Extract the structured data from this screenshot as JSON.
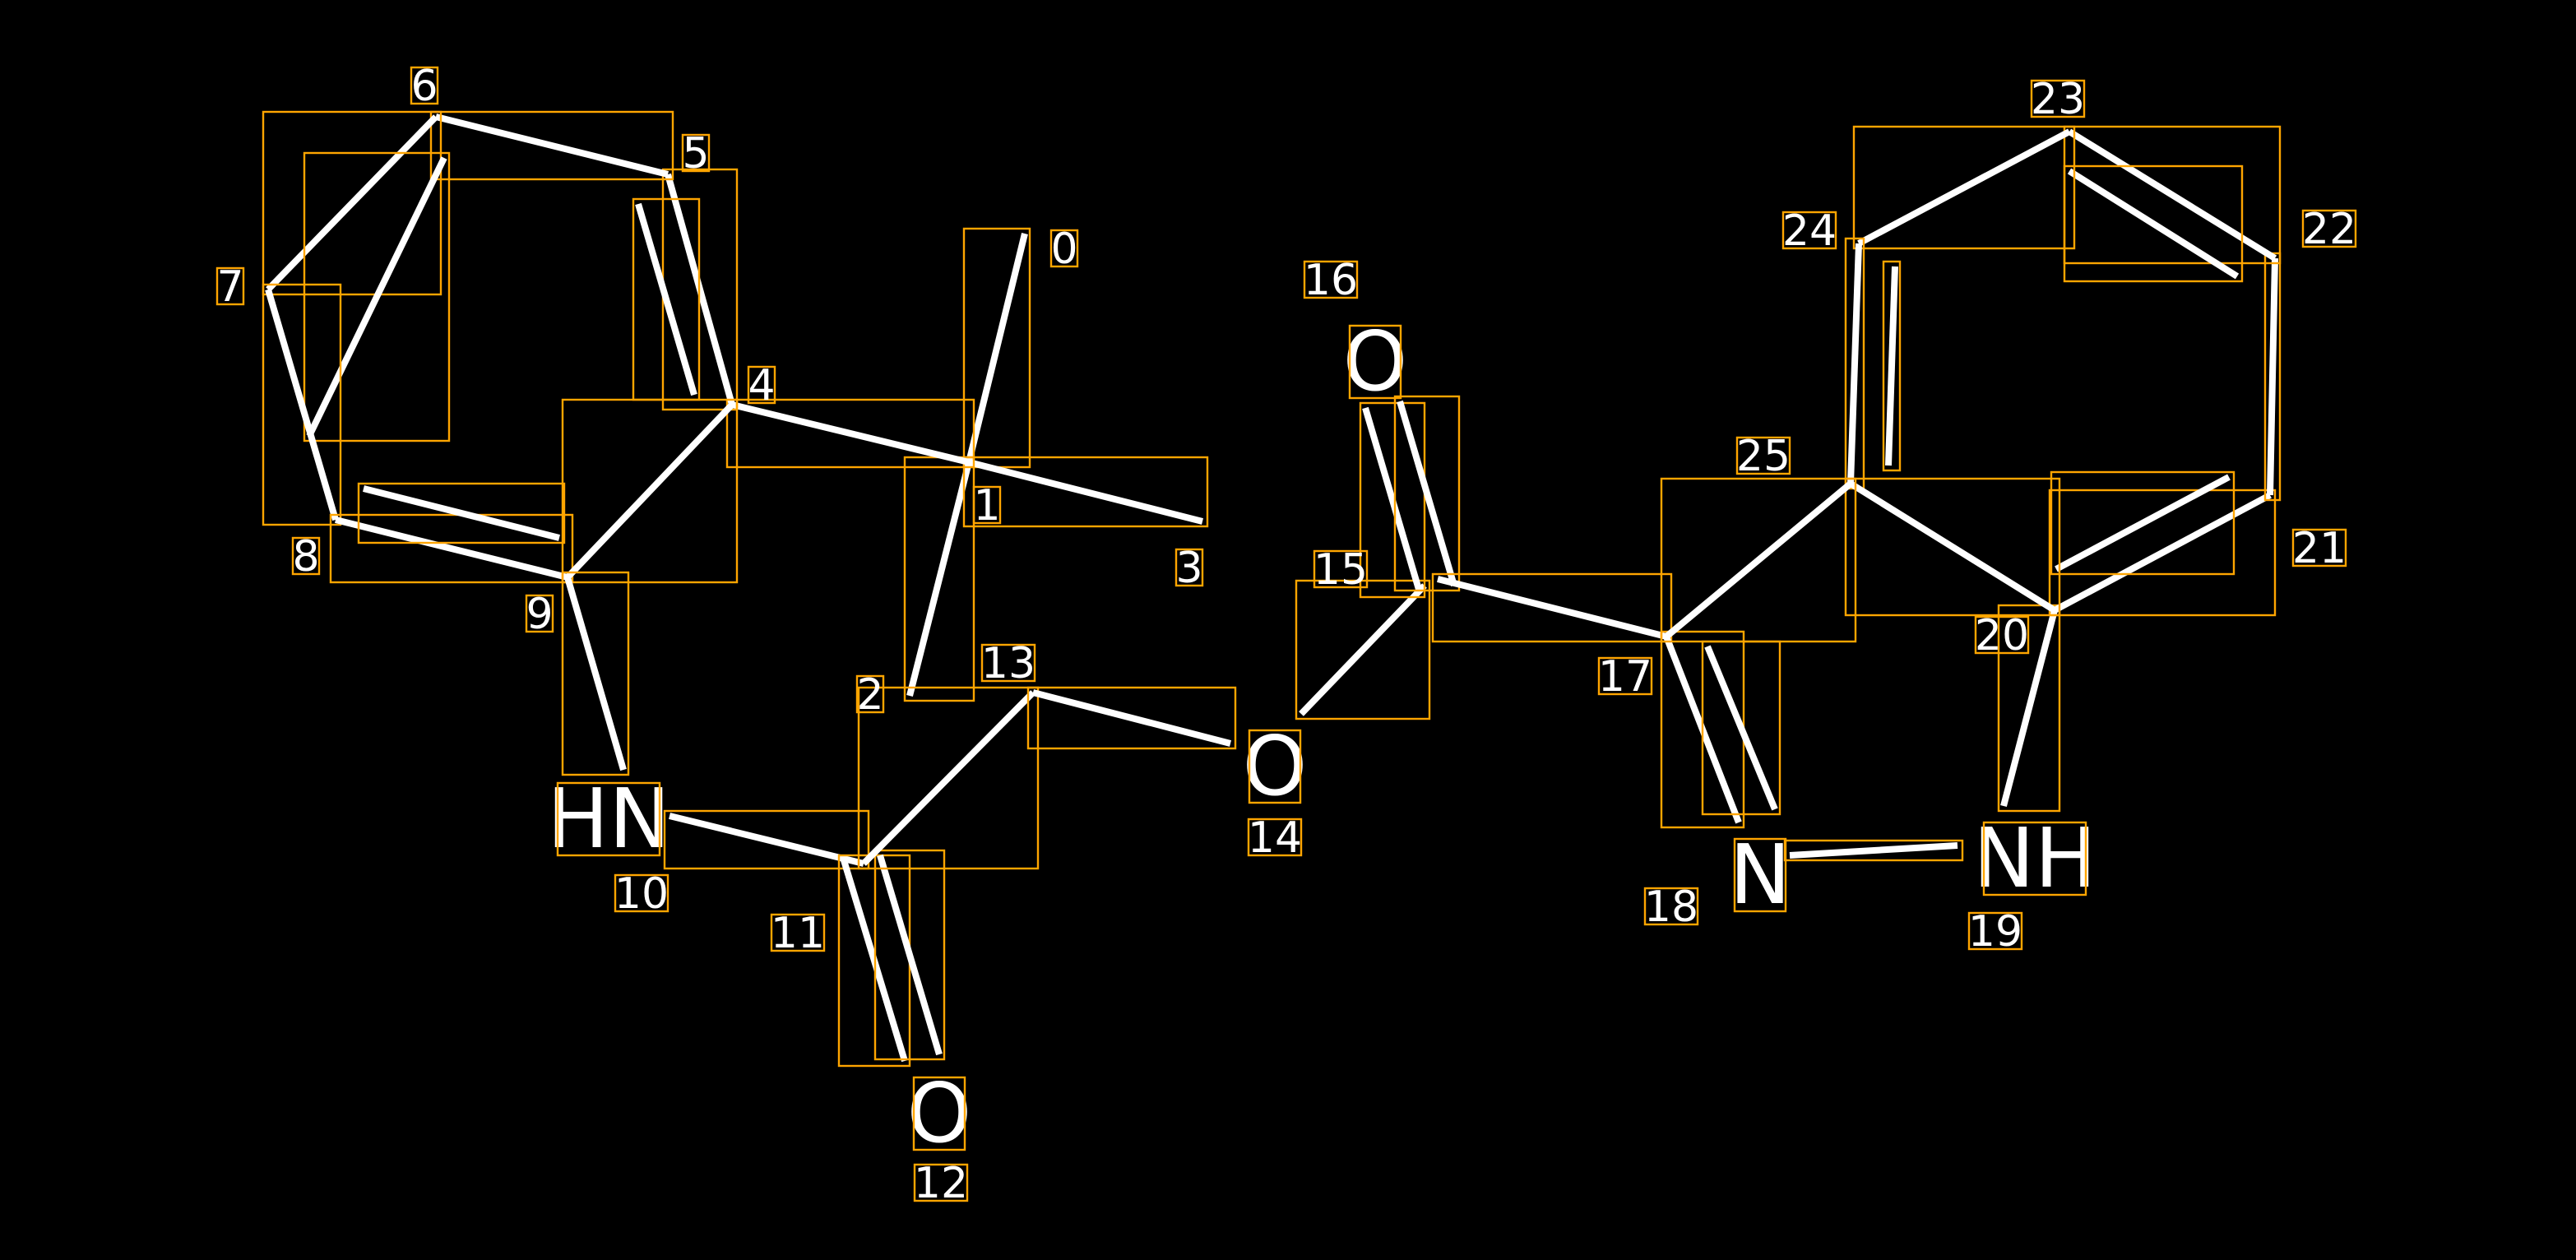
{
  "diagram": {
    "type": "molecule-annotation",
    "colors": {
      "background": "#000000",
      "bond": "#ffffff",
      "box": "#FFA500"
    },
    "atom_symbols": {
      "10": "HN",
      "12": "O",
      "14": "O",
      "16": "O",
      "18": "N",
      "19": "NH"
    },
    "atom_indices": [
      "0",
      "1",
      "2",
      "3",
      "4",
      "5",
      "6",
      "7",
      "8",
      "9",
      "10",
      "11",
      "12",
      "13",
      "14",
      "15",
      "16",
      "17",
      "18",
      "19",
      "20",
      "21",
      "22",
      "23",
      "24",
      "25"
    ],
    "bonds": [
      [
        0,
        1,
        1
      ],
      [
        1,
        2,
        1
      ],
      [
        1,
        3,
        1
      ],
      [
        1,
        4,
        1
      ],
      [
        4,
        5,
        2
      ],
      [
        5,
        6,
        1
      ],
      [
        6,
        7,
        2
      ],
      [
        7,
        8,
        1
      ],
      [
        8,
        9,
        2
      ],
      [
        9,
        4,
        1
      ],
      [
        9,
        10,
        1
      ],
      [
        10,
        11,
        1
      ],
      [
        11,
        12,
        2
      ],
      [
        11,
        13,
        1
      ],
      [
        13,
        14,
        1
      ],
      [
        14,
        15,
        1
      ],
      [
        15,
        16,
        2
      ],
      [
        15,
        17,
        1
      ],
      [
        17,
        18,
        2
      ],
      [
        18,
        19,
        1
      ],
      [
        19,
        20,
        1
      ],
      [
        20,
        21,
        2
      ],
      [
        21,
        22,
        1
      ],
      [
        22,
        23,
        2
      ],
      [
        23,
        24,
        1
      ],
      [
        24,
        25,
        2
      ],
      [
        25,
        20,
        1
      ],
      [
        25,
        17,
        1
      ]
    ]
  }
}
